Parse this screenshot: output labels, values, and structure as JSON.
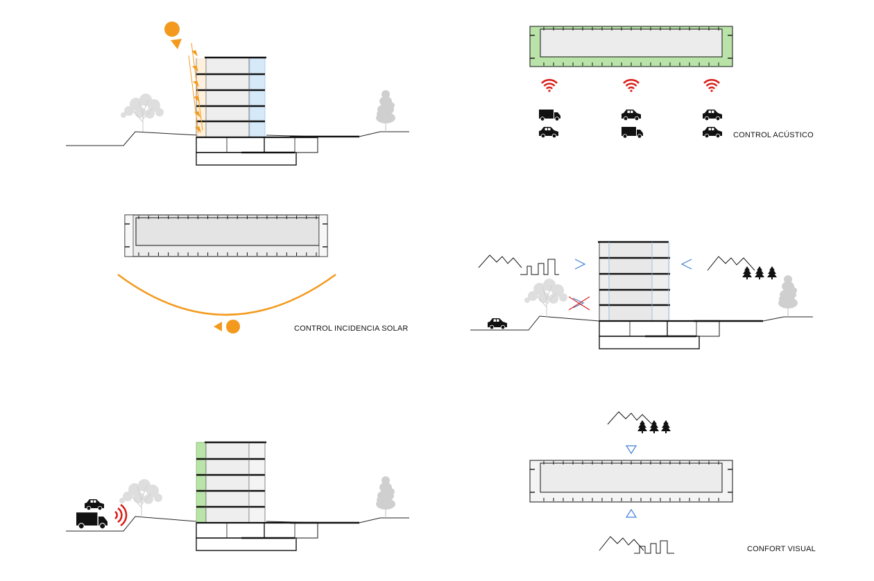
{
  "labels": {
    "acoustic": "CONTROL ACÚSTICO",
    "solar": "CONTROL INCIDENCIA SOLAR",
    "visual": "CONFORT VISUAL"
  },
  "colors": {
    "sun": "#f39a1e",
    "acoustic_buffer": "#b9e3a8",
    "glass": "#d6e9f8",
    "slab_fill": "#eeeeee",
    "sound_wave": "#d8201a",
    "view_marker": "#3f7fd6",
    "vegetation": "#c8c8c8"
  },
  "icons": [
    "sun-icon",
    "sound-wave-icon",
    "car-icon",
    "truck-icon",
    "tree-icon",
    "mountain-icon",
    "eye-icon",
    "blocked-view-icon",
    "city-skyline-icon"
  ]
}
